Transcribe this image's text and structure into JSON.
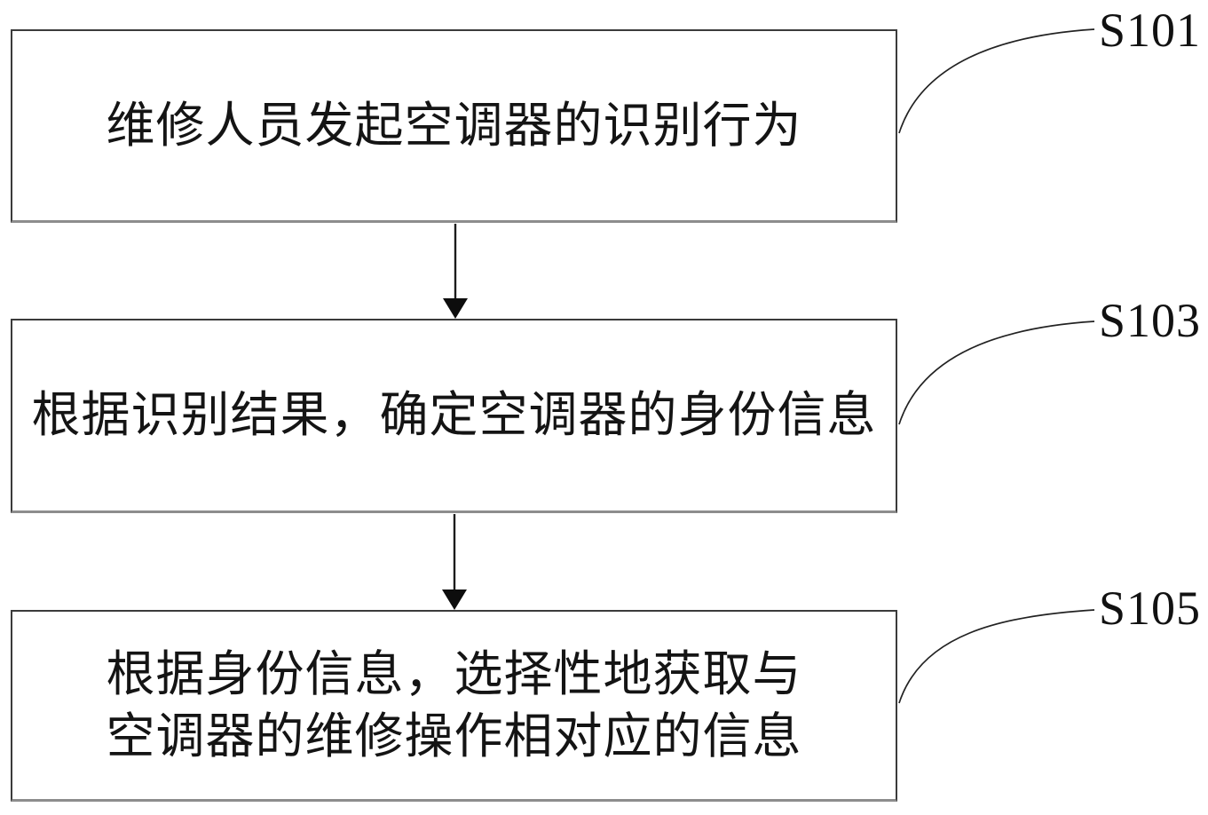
{
  "figure": {
    "background_color": "#ffffff",
    "line_color": "#1c1c1c",
    "box_border_color": "#3b3b3b",
    "box_border_bottom_color": "#8d8d8d",
    "steps": [
      {
        "label": "S101",
        "lines": [
          "维修人员发起空调器的识别行为"
        ]
      },
      {
        "label": "S103",
        "lines": [
          "根据识别结果，确定空调器的身份信息"
        ]
      },
      {
        "label": "S105",
        "lines": [
          "根据身份信息，选择性地获取与",
          "空调器的维修操作相对应的信息"
        ]
      }
    ]
  }
}
